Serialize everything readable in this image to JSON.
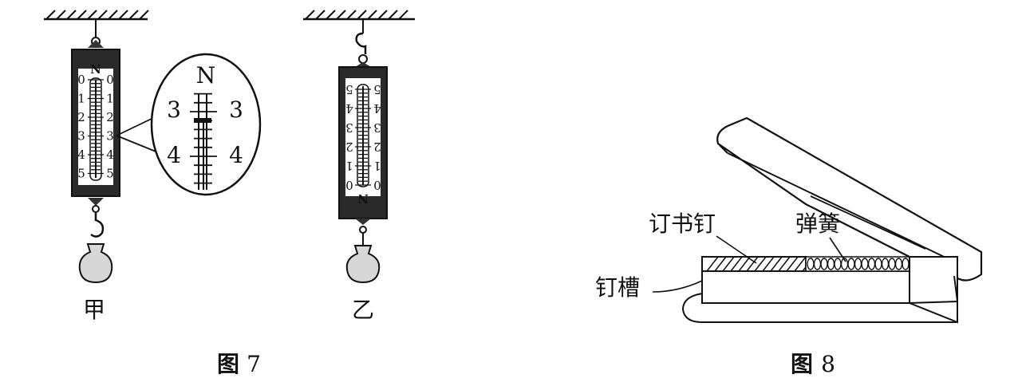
{
  "figure7": {
    "caption_prefix": "图",
    "caption_number": "7",
    "left_label": "甲",
    "right_label": "乙",
    "unit": "N",
    "scale_numbers": [
      "0",
      "1",
      "2",
      "3",
      "4",
      "5"
    ],
    "magnifier": {
      "unit": "N",
      "upper": "3",
      "lower": "4"
    }
  },
  "figure8": {
    "caption_prefix": "图",
    "caption_number": "8",
    "staples_label": "订书钉",
    "spring_label": "弹簧",
    "groove_label": "钉槽"
  }
}
